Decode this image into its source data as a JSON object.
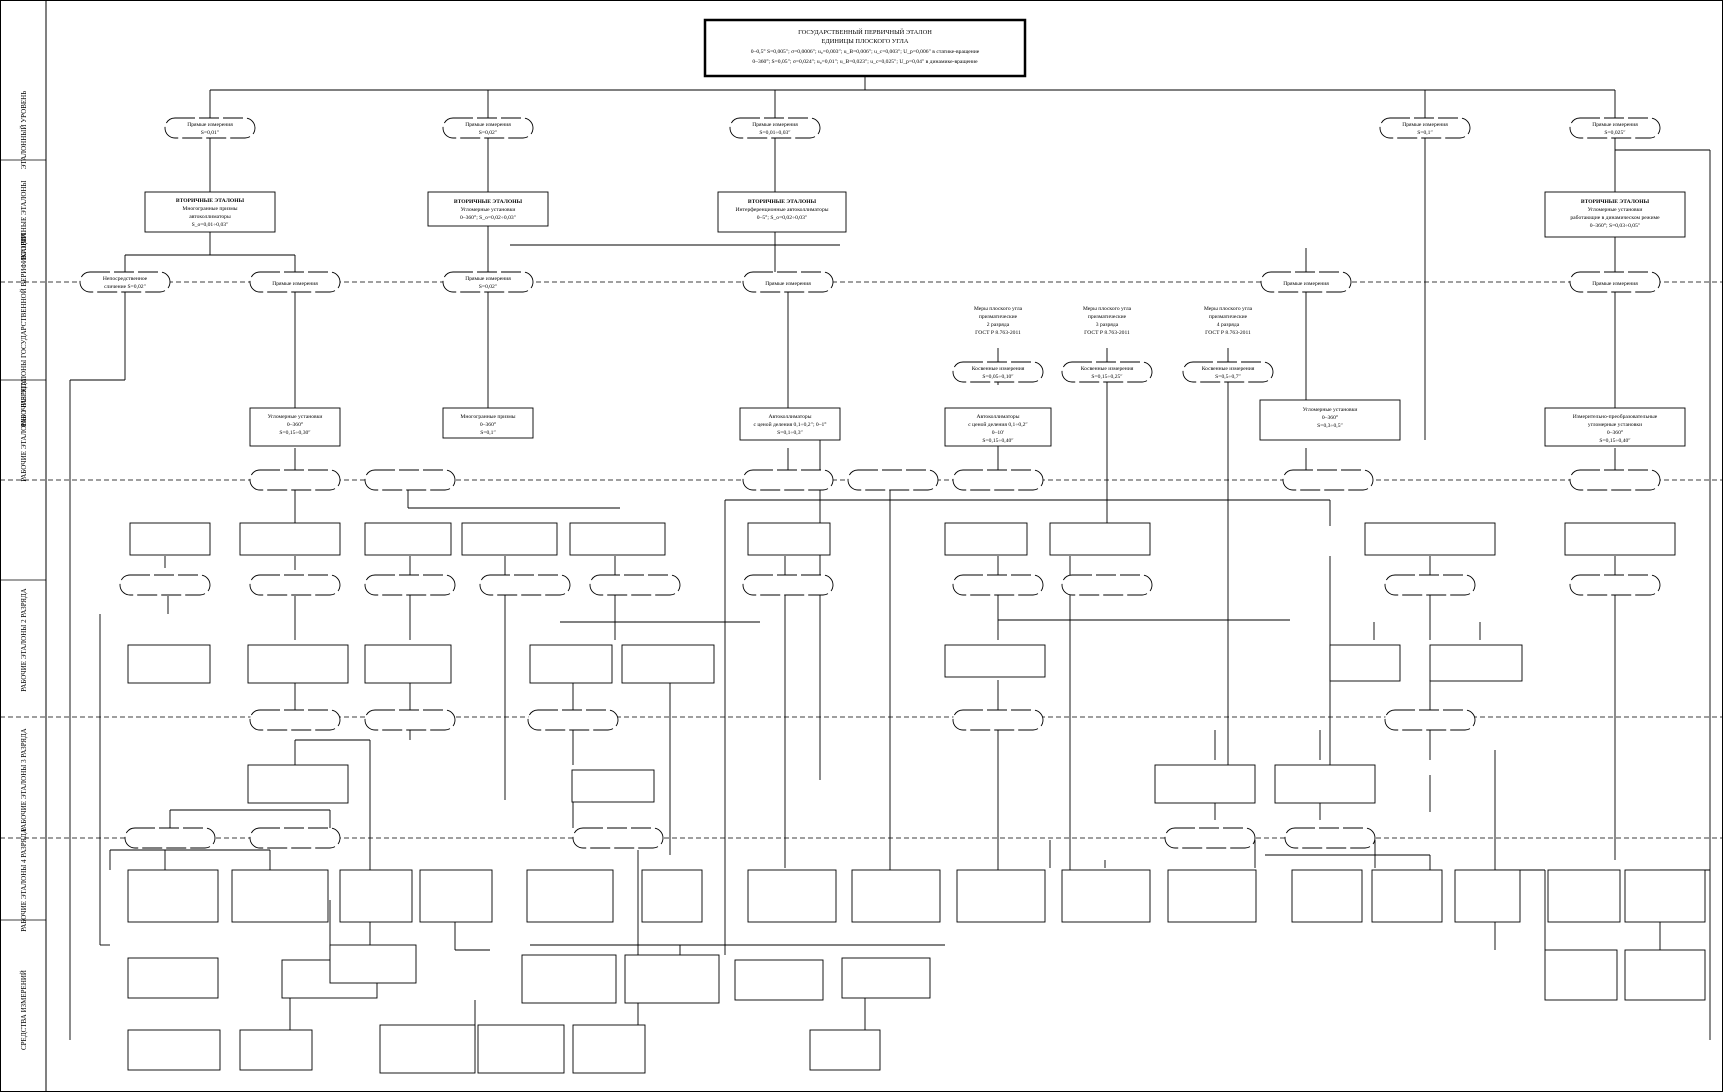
{
  "levels": [
    "ЭТАЛОННЫЙ УРОВЕНЬ",
    "ВТОРИЧНЫЕ ЭТАЛОНЫ",
    "РАБОЧИЕ ЭТАЛОНЫ ГОСУДАРСТВЕННОЙ ВЕРИФИКАЦИИ",
    "РАБОЧИЕ ЭТАЛОНЫ 1 РАЗРЯДА",
    "РАБОЧИЕ ЭТАЛОНЫ 2 РАЗРЯДА",
    "РАБОЧИЕ ЭТАЛОНЫ 3 РАЗРЯДА",
    "РАБОЧИЕ ЭТАЛОНЫ 4 РАЗРЯДА",
    "СРЕДСТВА ИЗМЕРЕНИЙ"
  ],
  "primary": {
    "title": "ГОСУДАРСТВЕННЫЙ ПЕРВИЧНЫЙ ЭТАЛОН",
    "subtitle": "ЕДИНИЦЫ ПЛОСКОГО УГЛА",
    "line1": "0–0,5° S=0,005″; σ=0,0006″; u₀=0,003″; u_B=0,006″; u_c=0,003″; U_p=0,006″ в статике-вращение",
    "line2": "0–360°; S=0,05″; σ=0,024″; u₀=0,01″; u_B=0,023″; u_c=0,025″; U_p=0,04″ в динамике-вращение"
  },
  "nodes": [
    {
      "id": "o1",
      "shape": "oval",
      "lines": [
        "Прямые измерения",
        "S=0,01″"
      ]
    },
    {
      "id": "o2",
      "shape": "oval",
      "lines": [
        "Прямые измерения",
        "S=0,02″"
      ]
    },
    {
      "id": "o3",
      "shape": "oval",
      "lines": [
        "Прямые измерения",
        "S=0,01÷0,03″"
      ]
    },
    {
      "id": "o4",
      "shape": "oval",
      "lines": [
        "Прямые измерения",
        "S=0,1″"
      ]
    },
    {
      "id": "o5",
      "shape": "oval",
      "lines": [
        "Прямые измерения",
        "S=0,025″"
      ]
    },
    {
      "id": "b1",
      "shape": "box",
      "lines": [
        "ВТОРИЧНЫЕ ЭТАЛОНЫ",
        "Многогранные призмы",
        "автоколлиматоры",
        "S_o=0,01÷0,03″"
      ]
    },
    {
      "id": "b2",
      "shape": "box",
      "lines": [
        "ВТОРИЧНЫЕ ЭТАЛОНЫ",
        "Угломерные установки",
        "0–360°; S_o=0,02÷0,03″"
      ]
    },
    {
      "id": "b3",
      "shape": "box",
      "lines": [
        "ВТОРИЧНЫЕ ЭТАЛОНЫ",
        "Интерференционные автоколлиматоры",
        "0–5°; S_o=0,02÷0,03″"
      ]
    },
    {
      "id": "b4",
      "shape": "box",
      "lines": [
        "ВТОРИЧНЫЕ ЭТАЛОНЫ",
        "Угломерные установки",
        "работающие в динамическом режиме",
        "0–360°; S=0,03÷0,05″"
      ]
    },
    {
      "id": "o6",
      "shape": "oval",
      "lines": [
        "Непосредственное",
        "сличение S=0,02″"
      ]
    },
    {
      "id": "o7",
      "shape": "oval",
      "lines": [
        "Прямые измерения"
      ]
    },
    {
      "id": "o8",
      "shape": "oval",
      "lines": [
        "Прямые измерения",
        "S=0,02″"
      ]
    },
    {
      "id": "o9",
      "shape": "oval",
      "lines": [
        "Прямые измерения"
      ]
    },
    {
      "id": "o10",
      "shape": "oval",
      "lines": [
        "Прямые измерения"
      ]
    },
    {
      "id": "o11",
      "shape": "oval",
      "lines": [
        "Прямые измерения"
      ]
    },
    {
      "id": "m1",
      "shape": "text",
      "lines": [
        "Меры плоского угла",
        "призматические",
        "2 разряда",
        "ГОСТ Р 8.763-2011"
      ]
    },
    {
      "id": "m2",
      "shape": "text",
      "lines": [
        "Меры плоского угла",
        "призматические",
        "3 разряда",
        "ГОСТ Р 8.763-2011"
      ]
    },
    {
      "id": "m3",
      "shape": "text",
      "lines": [
        "Меры плоского угла",
        "призматические",
        "4 разряда",
        "ГОСТ Р 8.763-2011"
      ]
    },
    {
      "id": "o12",
      "shape": "oval",
      "lines": [
        "Косвенные измерения",
        "S=0,05÷0,10″"
      ]
    },
    {
      "id": "o13",
      "shape": "oval",
      "lines": [
        "Косвенные измерения",
        "S=0,15÷0,25″"
      ]
    },
    {
      "id": "o14",
      "shape": "oval",
      "lines": [
        "Косвенные измерения",
        "S=0,5÷0,7″"
      ]
    },
    {
      "id": "b5",
      "shape": "box",
      "lines": [
        "Угломерные установки",
        "0–360°",
        "S=0,15÷0,30″"
      ]
    },
    {
      "id": "b6",
      "shape": "box",
      "lines": [
        "Многогранные призмы",
        "0–360°",
        "S=0,1″"
      ]
    },
    {
      "id": "b7",
      "shape": "box",
      "lines": [
        "Автоколлиматоры",
        "с ценой деления 0,1÷0,2″; 0–1°",
        "S=0,1÷0,3″"
      ]
    },
    {
      "id": "b8",
      "shape": "box",
      "lines": [
        "Автоколлиматоры",
        "с ценой деления 0,1÷0,2″",
        "0–10′",
        "S=0,15÷0,40″"
      ]
    },
    {
      "id": "b9",
      "shape": "box",
      "lines": [
        "Угломерные установки",
        "0–360°",
        "S=0,3÷0,5″"
      ]
    },
    {
      "id": "b10",
      "shape": "box",
      "lines": [
        "Измерительно-преобразовательные",
        "угломерные установки",
        "0–360°",
        "S=0,15÷0,40″"
      ]
    }
  ]
}
